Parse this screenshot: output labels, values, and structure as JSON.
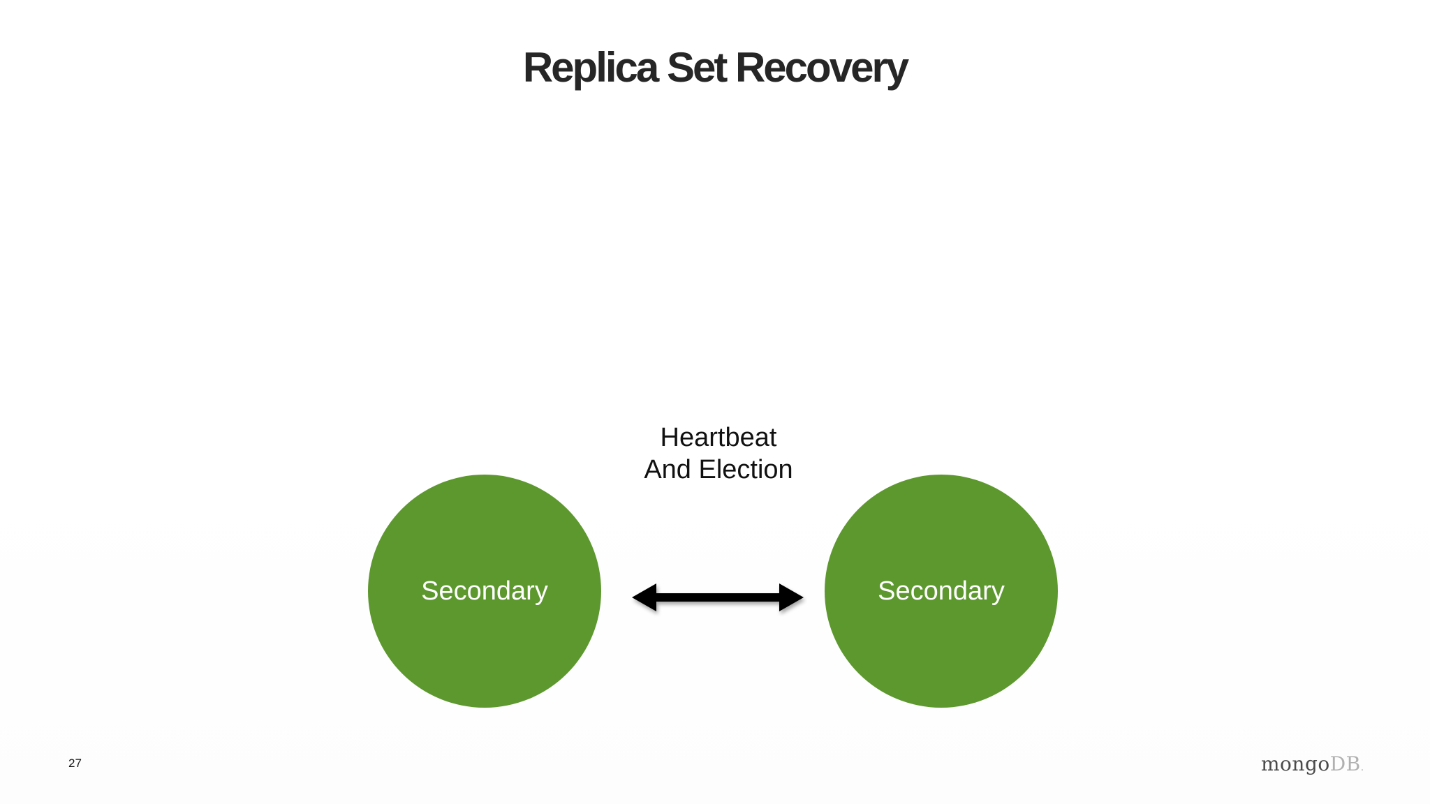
{
  "slide": {
    "title": "Replica Set Recovery",
    "page_number": "27"
  },
  "diagram": {
    "connector": {
      "line1": "Heartbeat",
      "line2": "And Election",
      "arrow_color": "#000000"
    },
    "nodes": [
      {
        "label": "Secondary",
        "color": "#5d982e"
      },
      {
        "label": "Secondary",
        "color": "#5d982e"
      }
    ]
  },
  "logo": {
    "part1": "mongo",
    "part2": "DB",
    "mark": "."
  }
}
